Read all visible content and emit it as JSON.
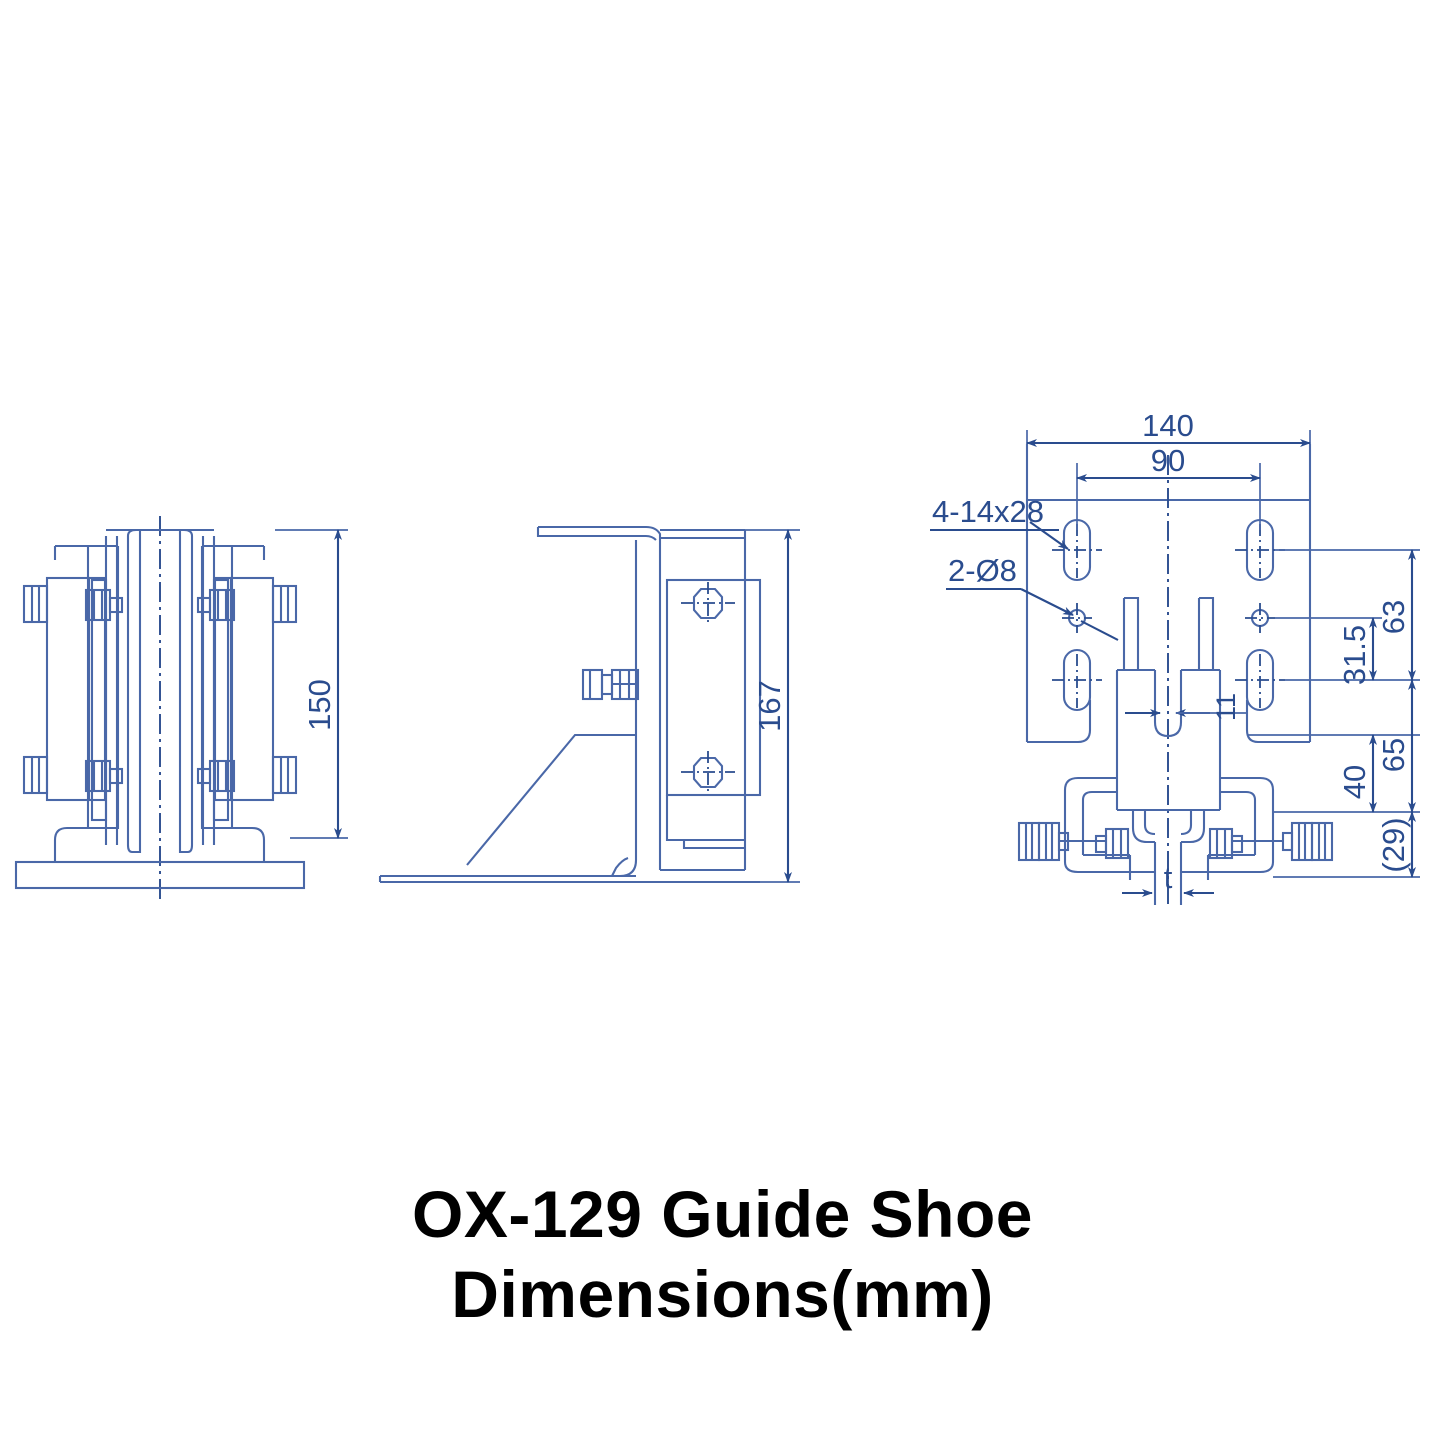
{
  "title": {
    "line1": "OX-129   Guide Shoe",
    "line2": "Dimensions(mm)"
  },
  "drawing": {
    "type": "engineering-dimension-drawing",
    "units": "mm",
    "line_color": "#2a4c8e",
    "text_color": "#2a4c8e",
    "background": "#ffffff",
    "views": [
      {
        "name": "front-view",
        "label": "",
        "position": "left"
      },
      {
        "name": "side-view",
        "label": "",
        "position": "middle"
      },
      {
        "name": "top-view",
        "label": "",
        "position": "right"
      }
    ]
  },
  "dimensions": {
    "front_view": {
      "height": "150"
    },
    "side_view": {
      "height": "167"
    },
    "top_view": {
      "overall_width": "140",
      "hole_spacing": "90",
      "slot_callout": "4-14x28",
      "hole_callout": "2-Ø8",
      "groove_width": "11",
      "rail_thickness": "t",
      "vertical_63": "63",
      "vertical_31_5": "31.5",
      "vertical_65": "65",
      "vertical_40": "40",
      "vertical_29": "(29)"
    }
  }
}
